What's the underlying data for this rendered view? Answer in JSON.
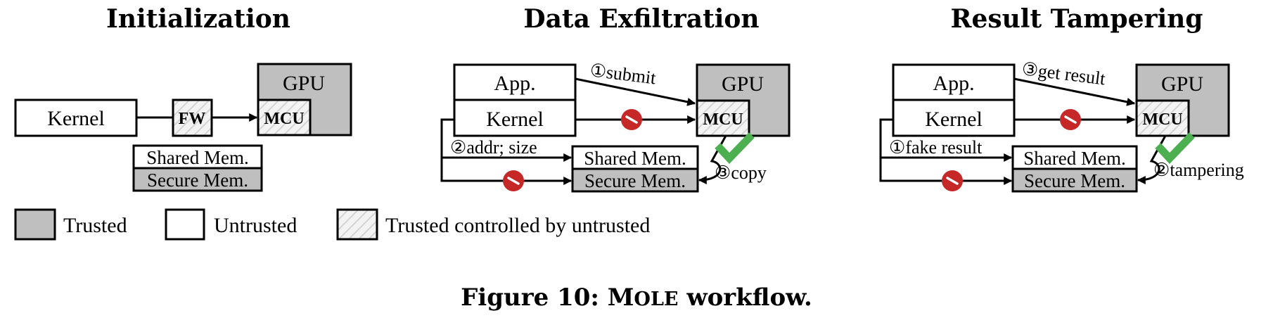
{
  "panels": {
    "init": {
      "title": "Initialization",
      "kernel": "Kernel",
      "fw": "FW",
      "gpu": "GPU",
      "mcu": "MCU",
      "shared": "Shared Mem.",
      "secure": "Secure Mem."
    },
    "exfil": {
      "title": "Data Exfiltration",
      "app": "App.",
      "kernel": "Kernel",
      "gpu": "GPU",
      "mcu": "MCU",
      "shared": "Shared Mem.",
      "secure": "Secure Mem.",
      "step1": "submit",
      "step2": "addr; size",
      "step3": "copy"
    },
    "tamper": {
      "title": "Result Tampering",
      "app": "App.",
      "kernel": "Kernel",
      "gpu": "GPU",
      "mcu": "MCU",
      "shared": "Shared Mem.",
      "secure": "Secure Mem.",
      "step1": "fake result",
      "step2": "tampering",
      "step3": "get result"
    }
  },
  "step_markers": {
    "one": "①",
    "two": "②",
    "three": "③"
  },
  "legend": {
    "trusted": "Trusted",
    "untrusted": "Untrusted",
    "controlled": "Trusted controlled by untrusted"
  },
  "caption": {
    "prefix": "Figure 10: ",
    "name_initial": "M",
    "name_rest": "OLE",
    "suffix": " workflow."
  },
  "colors": {
    "trusted_fill": "#bfbfbf",
    "untrusted_fill": "#ffffff",
    "hatch_bg": "#f3f3f3",
    "hatch_line": "#d4d4d4",
    "blocked": "#c62828",
    "allowed": "#4caf50"
  },
  "icons": {
    "blocked": "no-entry-icon",
    "allowed": "checkmark-icon"
  }
}
